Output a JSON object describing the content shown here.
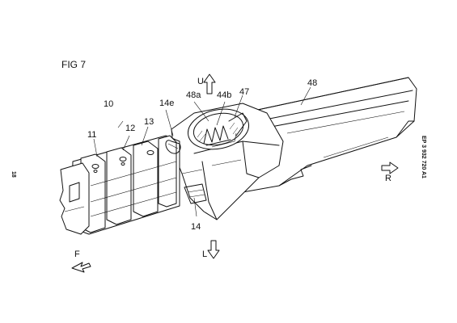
{
  "figure": {
    "title": "FIG 7",
    "page_number": "18",
    "publication": "EP 3 932 720 A1"
  },
  "labels": {
    "assembly": "10",
    "part_11": "11",
    "part_12": "12",
    "part_13": "13",
    "part_14": "14",
    "part_14e": "14e",
    "part_48a": "48a",
    "part_44b": "44b",
    "part_47": "47",
    "part_48": "48"
  },
  "directions": {
    "up": "U",
    "lower": "L",
    "rear": "R",
    "front": "F"
  }
}
